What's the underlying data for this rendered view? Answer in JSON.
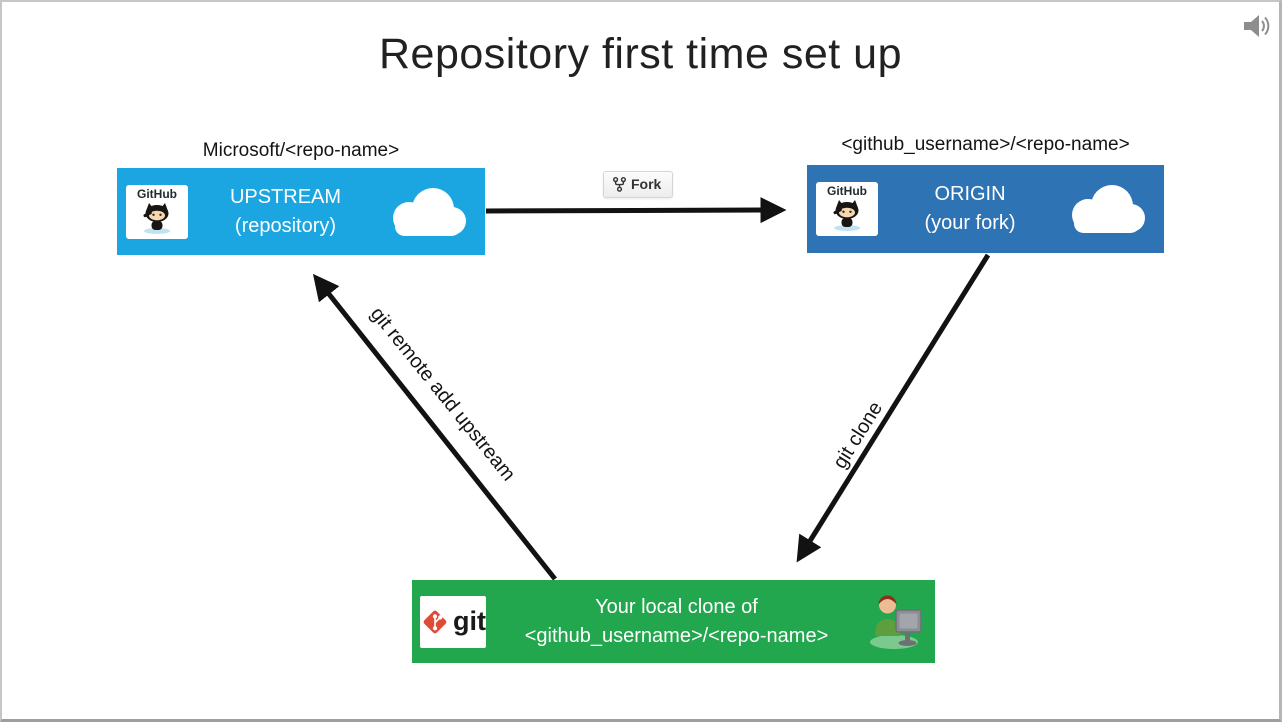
{
  "title": "Repository first time set up",
  "nodes": {
    "upstream": {
      "caption": "Microsoft/<repo-name>",
      "name": "UPSTREAM",
      "subtitle": "(repository)",
      "badge_label": "GitHub",
      "color": "#1ba6e2"
    },
    "origin": {
      "caption": "<github_username>/<repo-name>",
      "name": "ORIGIN",
      "subtitle": "(your fork)",
      "badge_label": "GitHub",
      "color": "#2e73b4"
    },
    "local_clone": {
      "line1": "Your local clone of",
      "line2": "<github_username>/<repo-name>",
      "badge_label": "git",
      "color": "#22a64e"
    }
  },
  "edges": {
    "fork_button_label": "Fork",
    "origin_to_local_label": "git clone",
    "local_to_upstream_label": "git remote add upstream"
  },
  "icons": {
    "audio": "speaker-icon",
    "upstream_node": "cloud-icon",
    "origin_node": "cloud-icon",
    "local_node": "person-at-computer-icon"
  }
}
